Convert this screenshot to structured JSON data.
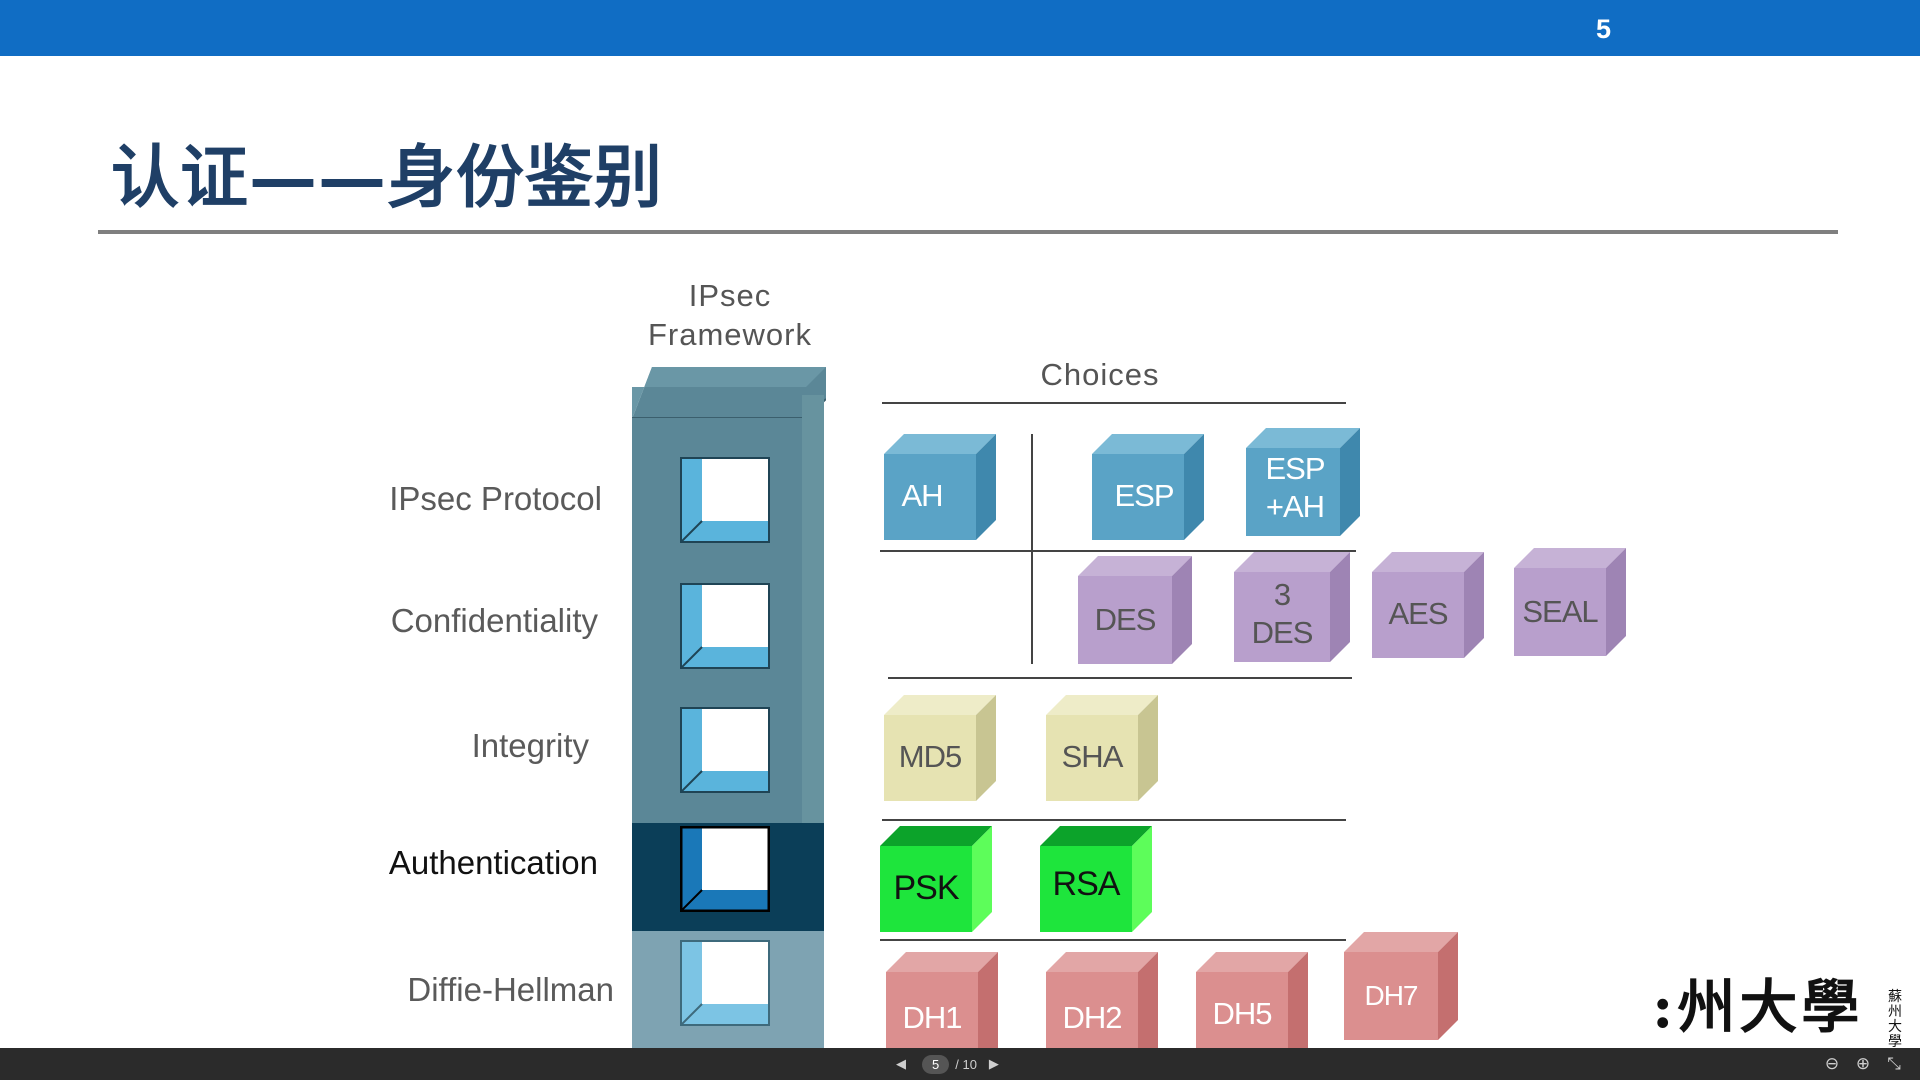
{
  "slide": {
    "number": "5",
    "title": "认证——身份鉴别"
  },
  "diagram": {
    "framework_label": [
      "IPsec",
      "Framework"
    ],
    "choices_label": "Choices",
    "rows": [
      {
        "label": "IPsec Protocol",
        "active": false
      },
      {
        "label": "Confidentiality",
        "active": false
      },
      {
        "label": "Integrity",
        "active": false
      },
      {
        "label": "Authentication",
        "active": true
      },
      {
        "label": "Diffie-Hellman",
        "active": false
      }
    ],
    "choices": {
      "protocol": [
        "AH",
        "ESP",
        "ESP +AH"
      ],
      "confidentiality": [
        "DES",
        "3 DES",
        "AES",
        "SEAL"
      ],
      "integrity": [
        "MD5",
        "SHA"
      ],
      "authentication": [
        "PSK",
        "RSA"
      ],
      "diffie_hellman": [
        "DH1",
        "DH2",
        "DH5",
        "DH7"
      ]
    },
    "colors": {
      "protocol": "#5aa3c6",
      "confidentiality": "#b89fcc",
      "integrity": "#e6e3b2",
      "authentication": "#1ee53c",
      "diffie_hellman": "#db8f8f",
      "pillar": "#5b8797",
      "pillar_active": "#0b3e58"
    }
  },
  "logo": {
    "text": ":州大學",
    "seal_text": "蘇州大學"
  },
  "viewer": {
    "current_page": "5",
    "total_pages": "/ 10",
    "icons": [
      "prev-page-icon",
      "next-page-icon",
      "zoom-out-icon",
      "zoom-in-icon",
      "fullscreen-exit-icon"
    ]
  }
}
